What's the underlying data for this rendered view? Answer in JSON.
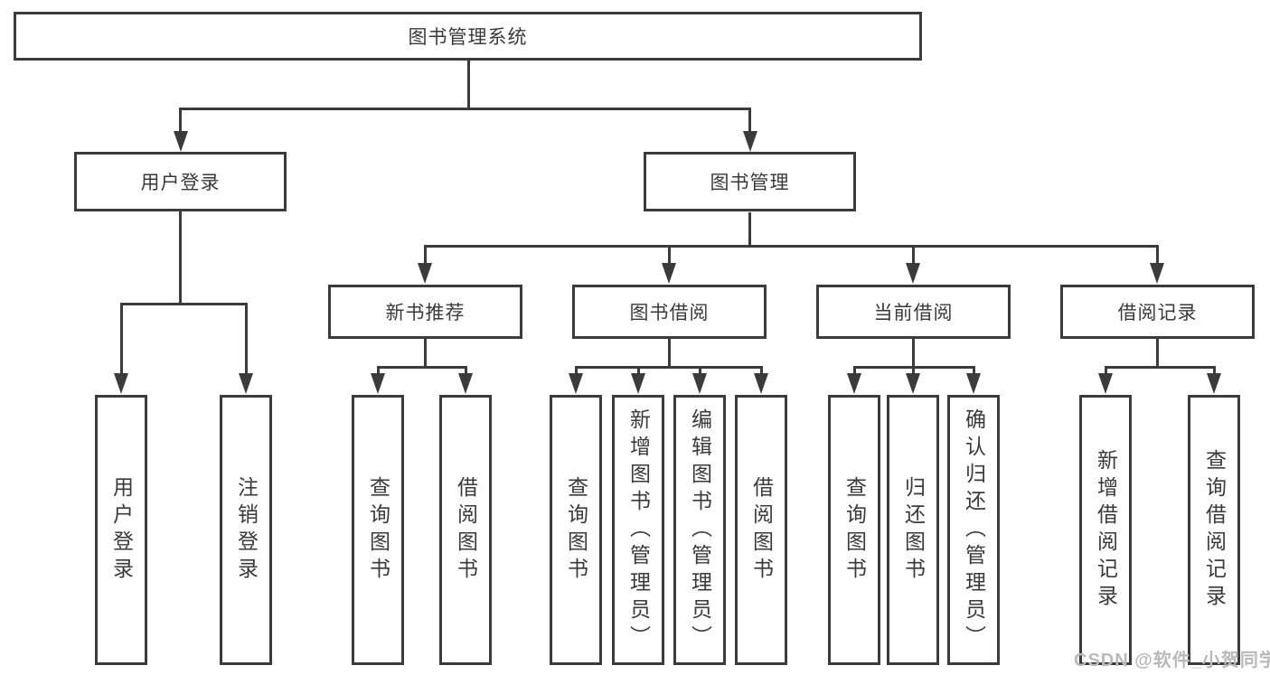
{
  "diagram": {
    "root": "图书管理系统",
    "level2": {
      "user_login": "用户登录",
      "book_mgmt": "图书管理"
    },
    "level3": {
      "new_books": "新书推荐",
      "borrowing": "图书借阅",
      "current": "当前借阅",
      "records": "借阅记录"
    },
    "leaves": {
      "user_login": [
        "用户登录",
        "注销登录"
      ],
      "new_books": [
        "查询图书",
        "借阅图书"
      ],
      "borrowing": [
        "查询图书",
        "新增图书（管理员）",
        "编辑图书（管理员）",
        "借阅图书"
      ],
      "current": [
        "查询图书",
        "归还图书",
        "确认归还（管理员）"
      ],
      "records": [
        "新增借阅记录",
        "查询借阅记录"
      ]
    }
  },
  "watermark": "CSDN @软件_小贺同学",
  "colors": {
    "line": "#3b3b3b",
    "text": "#3a3a3a",
    "box_fill": "#ffffff",
    "background": "#ffffff",
    "watermark": "#b9b9b9"
  }
}
